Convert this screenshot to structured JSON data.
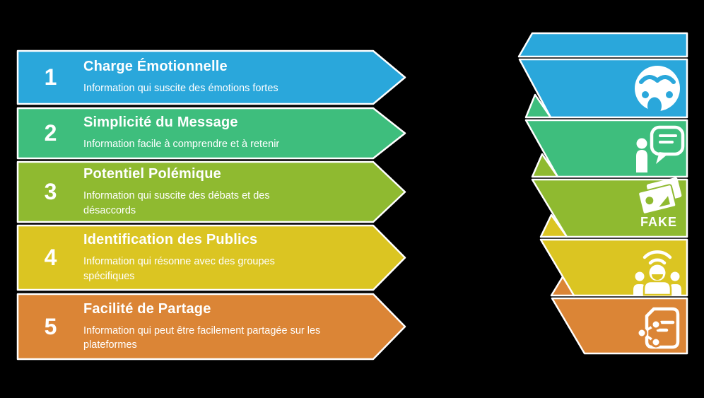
{
  "background_color": "#000000",
  "border_color": "#ffffff",
  "text_color": "#ffffff",
  "rows": [
    {
      "number": "1",
      "title": "Charge Émotionnelle",
      "description": "Information qui suscite des émotions fortes",
      "color": "#2aa7db",
      "icon": "shocked-face"
    },
    {
      "number": "2",
      "title": "Simplicité du Message",
      "description": "Information facile à comprendre et à retenir",
      "color": "#3ebe7d",
      "icon": "person-speech-bubble"
    },
    {
      "number": "3",
      "title": "Potentiel Polémique",
      "description": "Information qui suscite des débats et des\ndésaccords",
      "color": "#8fba30",
      "icon": "fake-news",
      "icon_label": "FAKE"
    },
    {
      "number": "4",
      "title": "Identification des Publics",
      "description": "Information qui résonne avec des groupes\nspécifiques",
      "color": "#dbc522",
      "icon": "broadcast-people"
    },
    {
      "number": "5",
      "title": "Facilité de Partage",
      "description": "Information qui peut être facilement partagée sur les\nplateformes",
      "color": "#db8536",
      "icon": "share-document"
    }
  ]
}
